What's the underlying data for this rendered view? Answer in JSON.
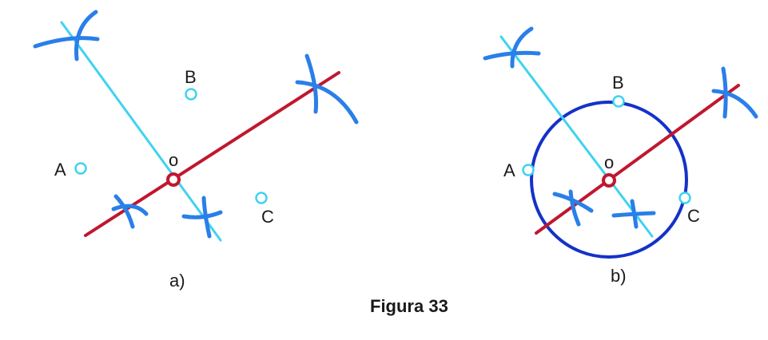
{
  "colors": {
    "bisector_light": "#3fd3f0",
    "bisector_red": "#c0172f",
    "arc_marks": "#2a7fe8",
    "circle": "#1432c8",
    "point_outline": "#3fd3f0",
    "center_point": "#c0172f",
    "text": "#1a1a1a"
  },
  "panel_a": {
    "label_A": "A",
    "label_B": "B",
    "label_C": "C",
    "label_O": "o",
    "sublabel": "a)"
  },
  "panel_b": {
    "label_A": "A",
    "label_B": "B",
    "label_C": "C",
    "label_O": "o",
    "sublabel": "b)"
  },
  "caption": "Figura 33"
}
